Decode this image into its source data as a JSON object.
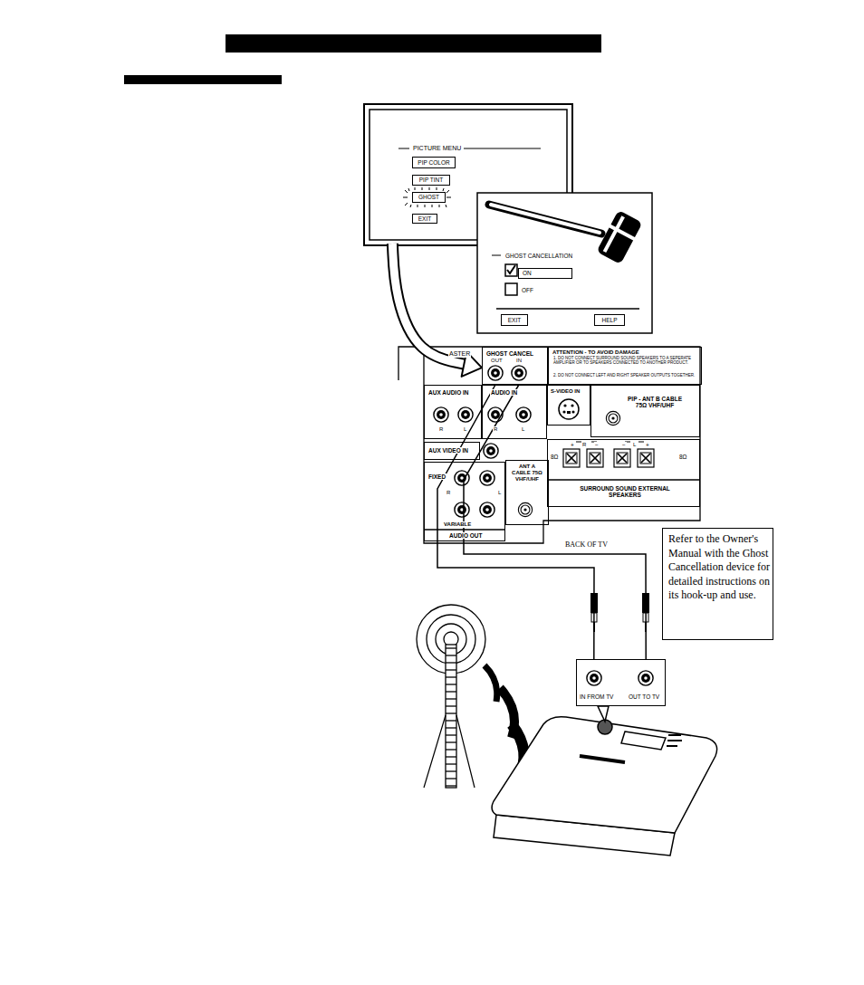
{
  "diagram": {
    "nodes": [
      {
        "text": [
          "PICTURE MENU"
        ]
      },
      {
        "text": [
          "PIP COLOR"
        ],
        "in": 0
      },
      {
        "text": [
          "PIP TINT"
        ],
        "in": 0
      },
      {
        "text": [
          "GHOST"
        ],
        "in": 0
      },
      {
        "text": [
          "EXIT"
        ],
        "in": 0
      },
      {
        "text": [
          "GHOST CANCELLATION"
        ]
      },
      {
        "text": [
          "ON"
        ],
        "in": 5
      },
      {
        "text": [
          "EXIT"
        ],
        "in": 5
      },
      {
        "text": [
          "HELP"
        ],
        "in": 5
      },
      {
        "text": [
          "BACK OF TV"
        ]
      },
      {
        "text": [
          "GHOST CANCEL",
          "OUT",
          "IN"
        ],
        "in": 9
      },
      {
        "text": [
          "ATTENTION - TO AVOID DAMAGE",
          "1. DO NOT CONNECT SURROUND SOUND SPEAKERS TO A SEPERATE AMPLIFIER OR TO SPEAKERS CONNECTED TO ANOTHER PRODUCT.",
          "2. DO NOT CONNECT LEFT AND RIGHT SPEAKER OUTPUTS TOGETHER."
        ],
        "in": 9
      },
      {
        "text": [
          "AUX AUDIO IN",
          "R",
          "L"
        ],
        "in": 9
      },
      {
        "text": [
          "AUDIO IN",
          "R",
          "L"
        ],
        "in": 9
      },
      {
        "text": [
          "S-VIDEO IN"
        ],
        "in": 9
      },
      {
        "text": [
          "PIP - ANT B CABLE 75Ω VHF/UHF"
        ],
        "in": 9
      },
      {
        "text": [
          "AUX VIDEO IN"
        ],
        "in": 9
      },
      {
        "text": [
          "ANT A CABLE 75Ω VHF/UHF"
        ],
        "in": 9
      },
      {
        "text": [
          "FIXED",
          "R",
          "L",
          "VARIABLE",
          "AUDIO OUT"
        ],
        "in": 9
      },
      {
        "text": [
          "8Ω",
          "+",
          "R",
          "−",
          "−",
          "L",
          "+",
          "8Ω",
          "SURROUND SOUND EXTERNAL SPEAKERS"
        ],
        "in": 9
      },
      {
        "text": [
          "Refer to the Owner's Manual with the Ghost Cancellation device for detailed instructions on its hook-up and use."
        ]
      },
      {
        "text": [
          "IN FROM TV",
          "OUT TO TV"
        ]
      }
    ],
    "edges": [
      {
        "from": 0,
        "to": 10,
        "arrow": "to"
      },
      {
        "from": 10,
        "to": 21,
        "arrow": "none"
      },
      {
        "from": 10,
        "to": 21,
        "arrow": "none"
      }
    ],
    "labels": [
      "ASTER",
      "OFF"
    ]
  }
}
